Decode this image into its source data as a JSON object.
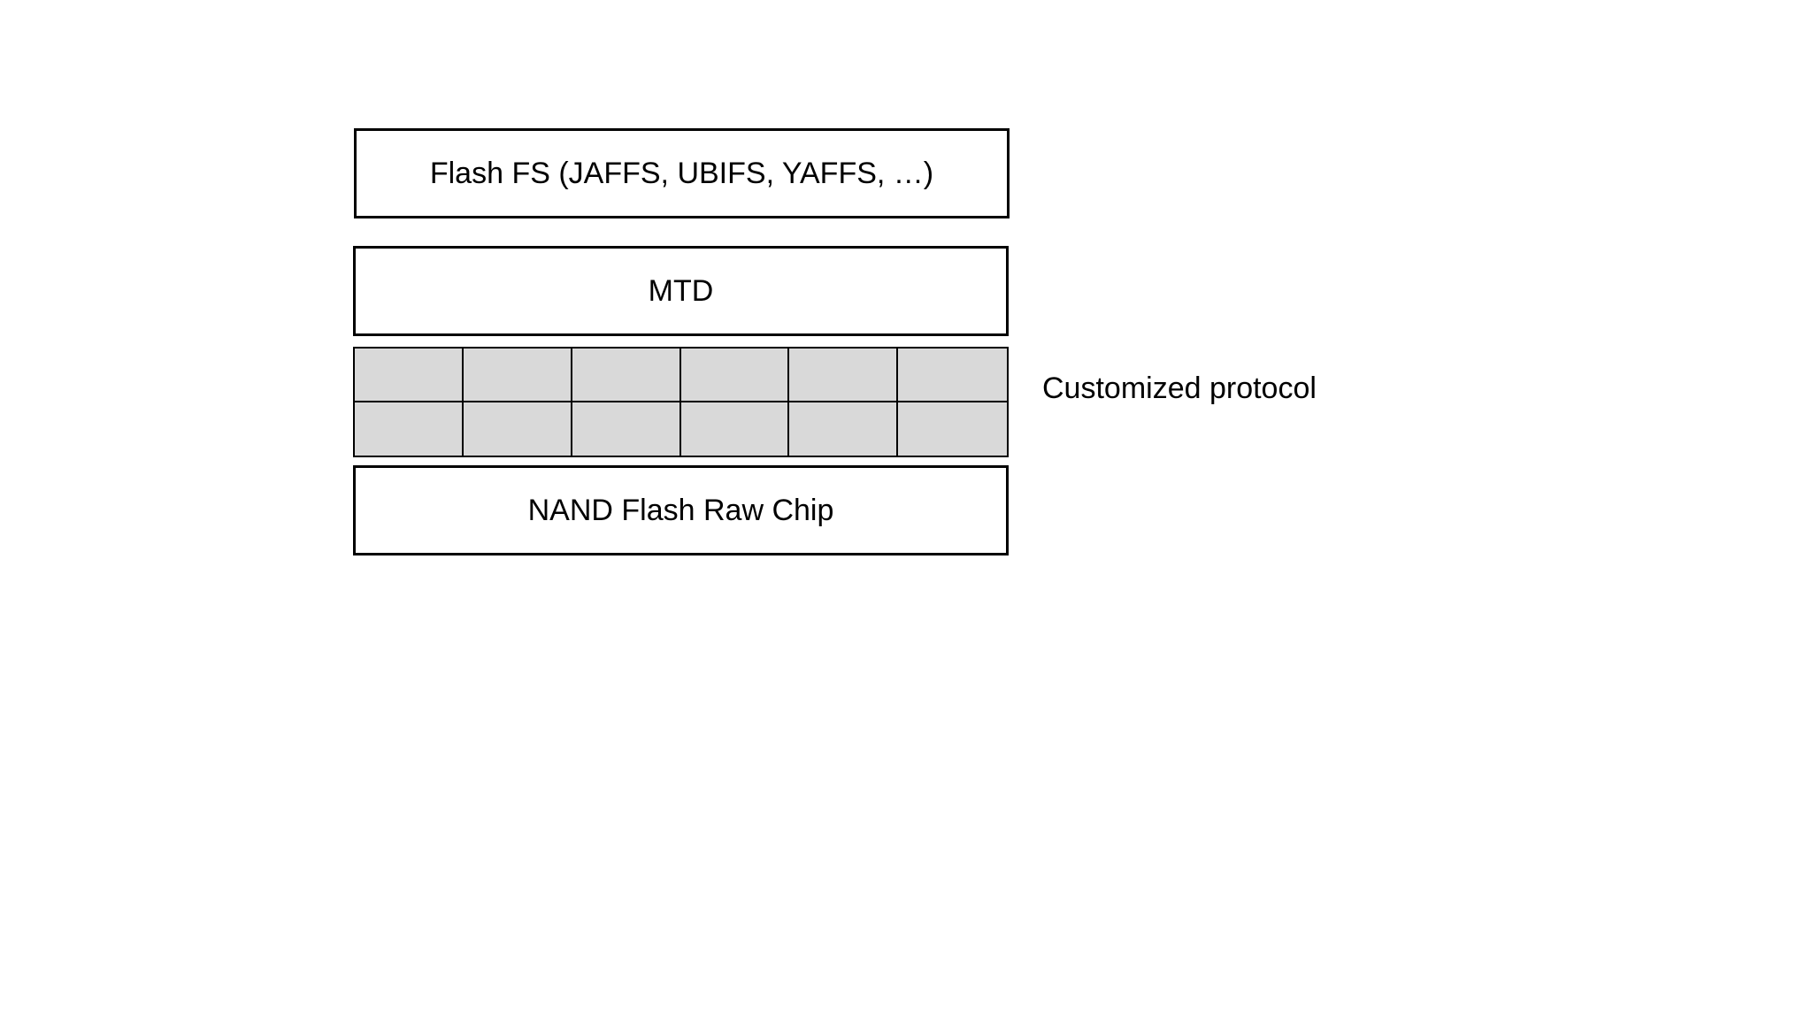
{
  "diagram": {
    "layers": {
      "flash_fs": "Flash FS (JAFFS, UBIFS, YAFFS, …)",
      "mtd": "MTD",
      "nand_chip": "NAND Flash Raw Chip"
    },
    "protocol_label": "Customized protocol",
    "colors": {
      "grid_fill": "#d9d9d9",
      "border": "#000000",
      "background": "#ffffff"
    }
  }
}
